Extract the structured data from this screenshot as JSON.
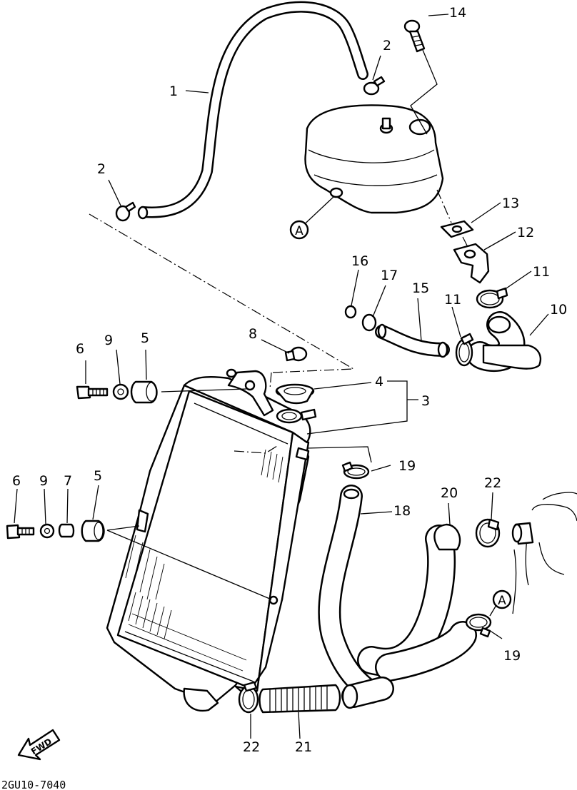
{
  "diagram_code": "2GU10-7040",
  "fwd_label": "FWD",
  "ref_marker": "A",
  "callouts": [
    {
      "id": "c1",
      "text": "1"
    },
    {
      "id": "c2a",
      "text": "2"
    },
    {
      "id": "c2b",
      "text": "2"
    },
    {
      "id": "c3",
      "text": "3"
    },
    {
      "id": "c4",
      "text": "4"
    },
    {
      "id": "c5a",
      "text": "5"
    },
    {
      "id": "c5b",
      "text": "5"
    },
    {
      "id": "c6a",
      "text": "6"
    },
    {
      "id": "c6b",
      "text": "6"
    },
    {
      "id": "c7",
      "text": "7"
    },
    {
      "id": "c8",
      "text": "8"
    },
    {
      "id": "c9a",
      "text": "9"
    },
    {
      "id": "c9b",
      "text": "9"
    },
    {
      "id": "c10",
      "text": "10"
    },
    {
      "id": "c11a",
      "text": "11"
    },
    {
      "id": "c11b",
      "text": "11"
    },
    {
      "id": "c12",
      "text": "12"
    },
    {
      "id": "c13",
      "text": "13"
    },
    {
      "id": "c14",
      "text": "14"
    },
    {
      "id": "c15",
      "text": "15"
    },
    {
      "id": "c16",
      "text": "16"
    },
    {
      "id": "c17",
      "text": "17"
    },
    {
      "id": "c18",
      "text": "18"
    },
    {
      "id": "c19a",
      "text": "19"
    },
    {
      "id": "c19b",
      "text": "19"
    },
    {
      "id": "c20",
      "text": "20"
    },
    {
      "id": "c21",
      "text": "21"
    },
    {
      "id": "c22a",
      "text": "22"
    },
    {
      "id": "c22b",
      "text": "22"
    }
  ]
}
